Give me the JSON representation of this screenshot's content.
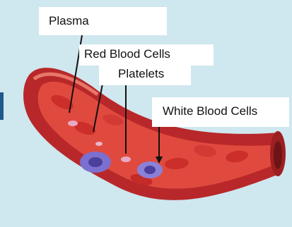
{
  "labels": {
    "plasma": "Plasma",
    "red_blood_cells": "Red Blood Cells",
    "platelets": "Platelets",
    "white_blood_cells": "White Blood Cells"
  },
  "colors": {
    "background": "#cfe7ee",
    "accent_bar": "#1f5a8c",
    "vessel_outer": "#b8282a",
    "vessel_inner": "#e04a3e",
    "vessel_highlight": "#f28b78",
    "red_cell": "#cc2f2a",
    "white_cell": "#7b6fd0",
    "platelet": "#e7a9c6",
    "pointer": "#111111"
  }
}
